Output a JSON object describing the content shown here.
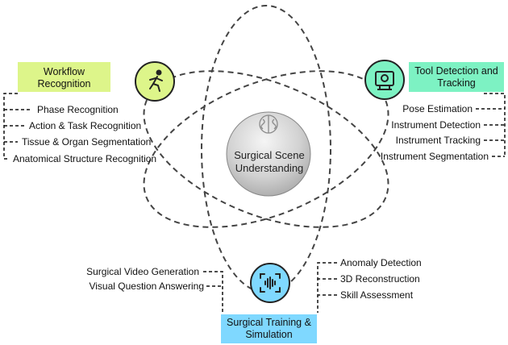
{
  "center": {
    "line1": "Surgical Scene",
    "line2": "Understanding",
    "icon": "brain-icon"
  },
  "workflow": {
    "title_line1": "Workflow",
    "title_line2": "Recognition",
    "icon": "running-person-icon",
    "color": "#ddf58a",
    "items": [
      "Phase Recognition",
      "Action & Task Recognition",
      "Tissue & Organ Segmentation",
      "Anatomical Structure Recognition"
    ]
  },
  "tool": {
    "title_line1": "Tool Detection and",
    "title_line2": "Tracking",
    "icon": "camera-tracking-icon",
    "color": "#7df2c3",
    "items": [
      "Pose Estimation",
      "Instrument Detection",
      "Instrument Tracking",
      "Instrument Segmentation"
    ]
  },
  "training": {
    "title_line1": "Surgical Training &",
    "title_line2": "Simulation",
    "icon": "soundwave-scan-icon",
    "color": "#7fd8ff",
    "left_items": [
      "Surgical Video Generation",
      "Visual Question Answering"
    ],
    "right_items": [
      "Anomaly Detection",
      "3D Reconstruction",
      "Skill Assessment"
    ]
  }
}
